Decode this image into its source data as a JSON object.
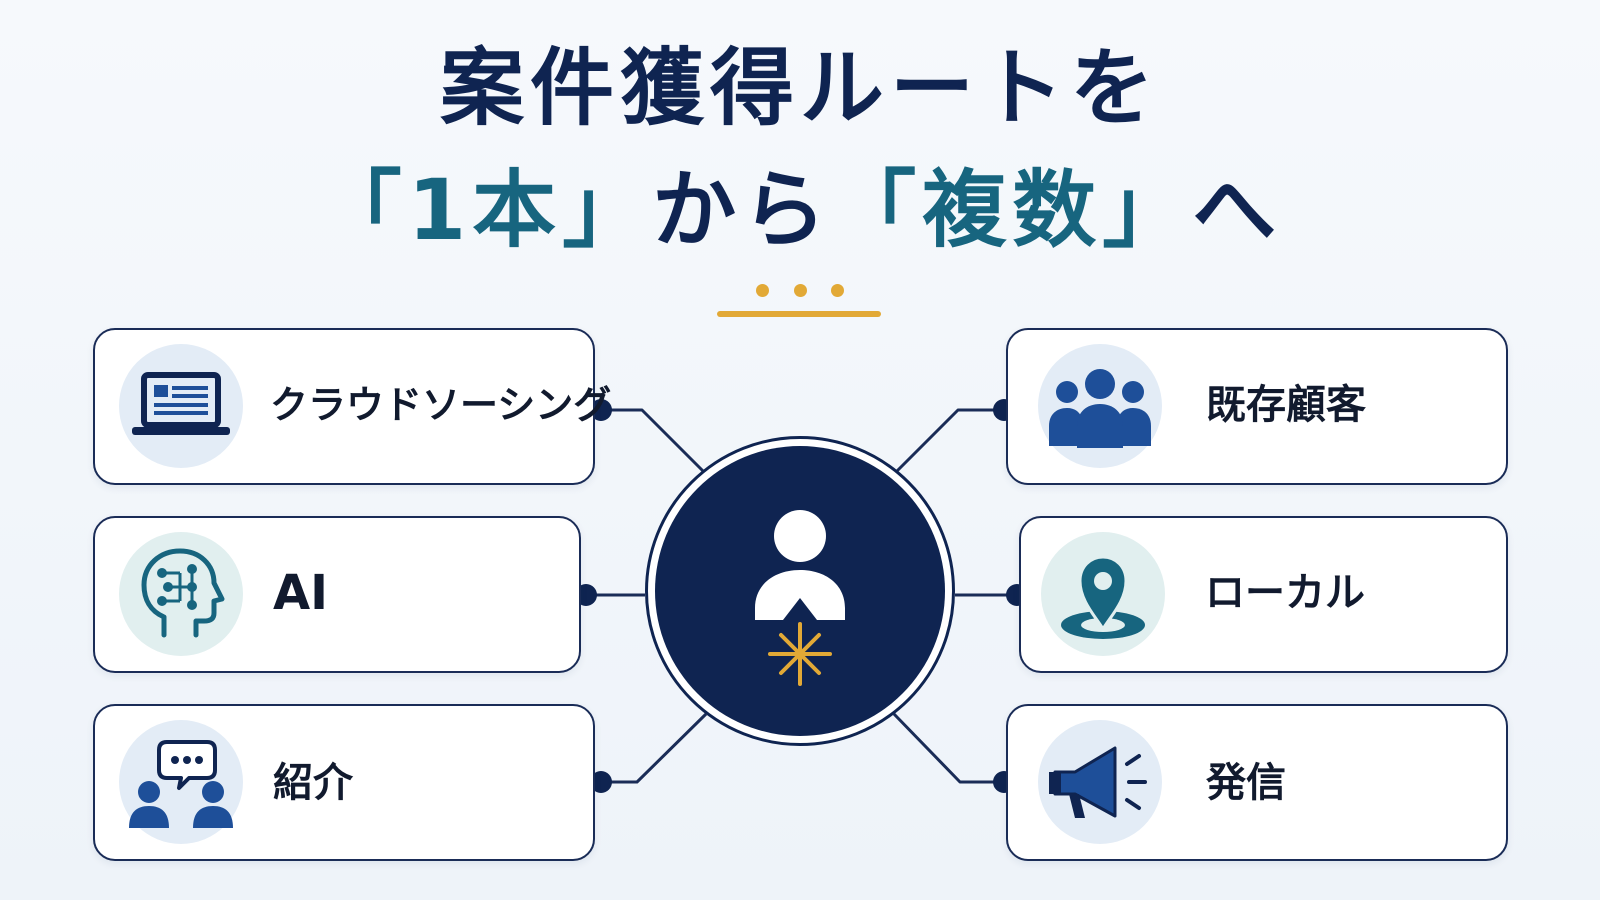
{
  "title": {
    "line1": "案件獲得ルートを",
    "line2_open1": "「",
    "line2_word1": "1本",
    "line2_close1": "」",
    "line2_mid": "から",
    "line2_open2": "「",
    "line2_word2": "複数",
    "line2_close2": "」",
    "line2_end": "へ"
  },
  "colors": {
    "navy": "#0f2451",
    "teal": "#17657f",
    "gold": "#e2a936",
    "icon_blue": "#1e4f99",
    "icon_bg": "#e3ecf6"
  },
  "center": {
    "icon": "person-icon",
    "accent_icon": "sparkle-icon"
  },
  "routes_left": [
    {
      "label": "クラウドソーシング",
      "icon": "laptop-icon"
    },
    {
      "label": "AI",
      "icon": "ai-head-icon"
    },
    {
      "label": "紹介",
      "icon": "referral-people-icon"
    }
  ],
  "routes_right": [
    {
      "label": "既存顧客",
      "icon": "group-icon"
    },
    {
      "label": "ローカル",
      "icon": "location-pin-icon"
    },
    {
      "label": "発信",
      "icon": "megaphone-icon"
    }
  ]
}
